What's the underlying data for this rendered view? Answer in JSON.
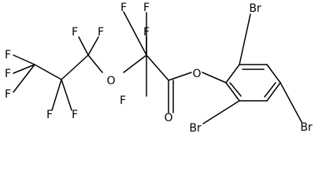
{
  "structure": {
    "bond_color": "#000000",
    "label_color": "#000000",
    "atoms": [
      {
        "id": "F1",
        "label": "F"
      },
      {
        "id": "F2",
        "label": "F"
      },
      {
        "id": "F3",
        "label": "F"
      },
      {
        "id": "F4",
        "label": "F"
      },
      {
        "id": "F5",
        "label": "F"
      },
      {
        "id": "F6",
        "label": "F"
      },
      {
        "id": "F7",
        "label": "F"
      },
      {
        "id": "F8",
        "label": "F"
      },
      {
        "id": "F9",
        "label": "F"
      },
      {
        "id": "F10",
        "label": "F"
      },
      {
        "id": "F11",
        "label": "F"
      },
      {
        "id": "O1",
        "label": "O"
      },
      {
        "id": "O2",
        "label": "O"
      },
      {
        "id": "O3",
        "label": "O"
      },
      {
        "id": "Br1",
        "label": "Br"
      },
      {
        "id": "Br2",
        "label": "Br"
      },
      {
        "id": "Br3",
        "label": "Br"
      }
    ]
  }
}
